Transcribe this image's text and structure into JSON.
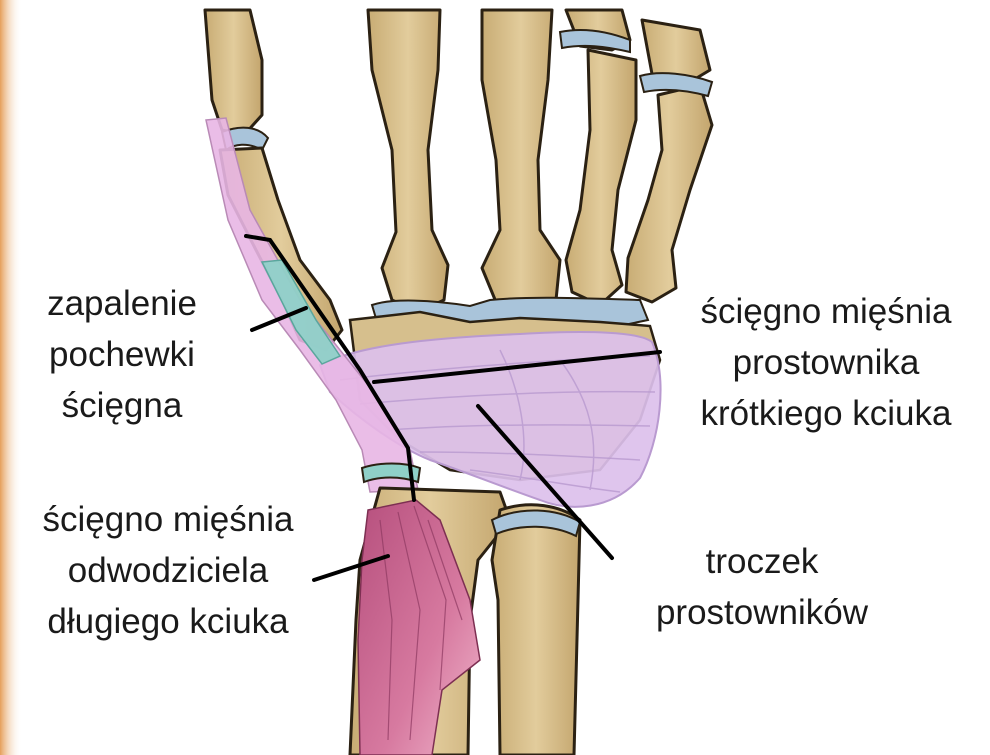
{
  "labels": {
    "tenosynovitis": [
      "zapalenie",
      "pochewki",
      "ścięgna"
    ],
    "epb_tendon": [
      "ścięgno mięśnia",
      "prostownika",
      "krótkiego kciuka"
    ],
    "apl_tendon": [
      "ścięgno mięśnia",
      "odwodziciela",
      "długiego kciuka"
    ],
    "retinaculum": [
      "troczek",
      "prostowników"
    ]
  },
  "colors": {
    "bone": "#d8c08e",
    "bone_outline": "#2b2113",
    "cartilage": "#a9c4da",
    "retinaculum": "#dcc0ec",
    "tendon_sheath": "#e8b6e4",
    "inflamed_sheath": "#8fd0c8",
    "muscle": "#c9628e",
    "leader_line": "#000000",
    "left_edge_glow": "#e9a05f"
  }
}
